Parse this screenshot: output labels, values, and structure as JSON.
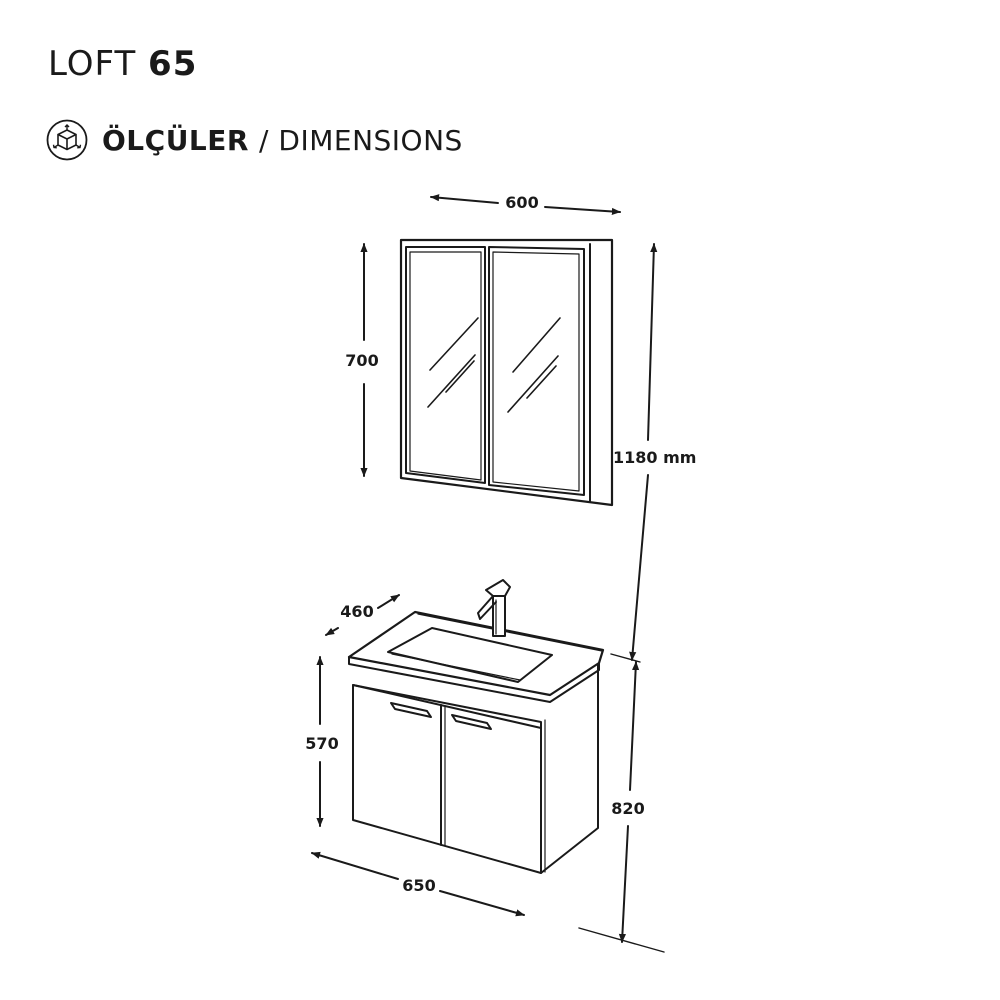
{
  "header": {
    "product_name": "LOFT",
    "product_size": "65"
  },
  "section": {
    "title_tr": "ÖLÇÜLER",
    "separator": "/",
    "title_en": "DIMENSIONS",
    "icon": "dimensions-cube-icon"
  },
  "dimensions": {
    "mirror_width": "600",
    "mirror_height": "700",
    "total_height": "1180 mm",
    "cabinet_depth": "460",
    "cabinet_height": "570",
    "cabinet_width": "650",
    "mount_height": "820"
  },
  "colors": {
    "line": "#1a1a1a",
    "background": "#ffffff"
  }
}
